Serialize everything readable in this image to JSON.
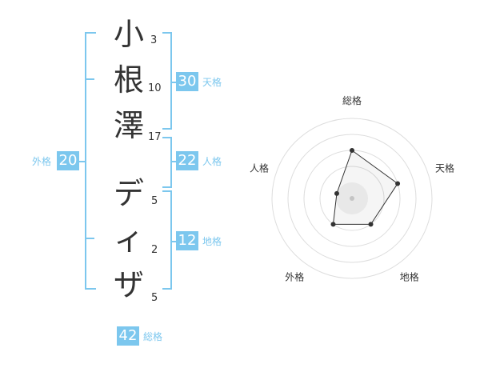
{
  "name_chars": [
    {
      "char": "小",
      "strokes": "3"
    },
    {
      "char": "根",
      "strokes": "10"
    },
    {
      "char": "澤",
      "strokes": "17"
    },
    {
      "char": "デ",
      "strokes": "5"
    },
    {
      "char": "ィ",
      "strokes": "2"
    },
    {
      "char": "ザ",
      "strokes": "5"
    }
  ],
  "kaku": {
    "tenkaku": {
      "value": "30",
      "label": "天格"
    },
    "jinkaku": {
      "value": "22",
      "label": "人格"
    },
    "chikaku": {
      "value": "12",
      "label": "地格"
    },
    "gaikaku": {
      "value": "20",
      "label": "外格"
    },
    "soukaku": {
      "value": "42",
      "label": "総格"
    }
  },
  "colors": {
    "accent": "#7cc7ee",
    "text": "#333333",
    "grid": "#dddddd"
  },
  "chart_data": {
    "type": "radar",
    "axes": [
      "総格",
      "天格",
      "地格",
      "外格",
      "人格"
    ],
    "values": [
      3,
      3,
      2,
      2,
      1
    ],
    "rmax": 5,
    "rings": [
      2,
      3,
      4,
      5
    ]
  }
}
